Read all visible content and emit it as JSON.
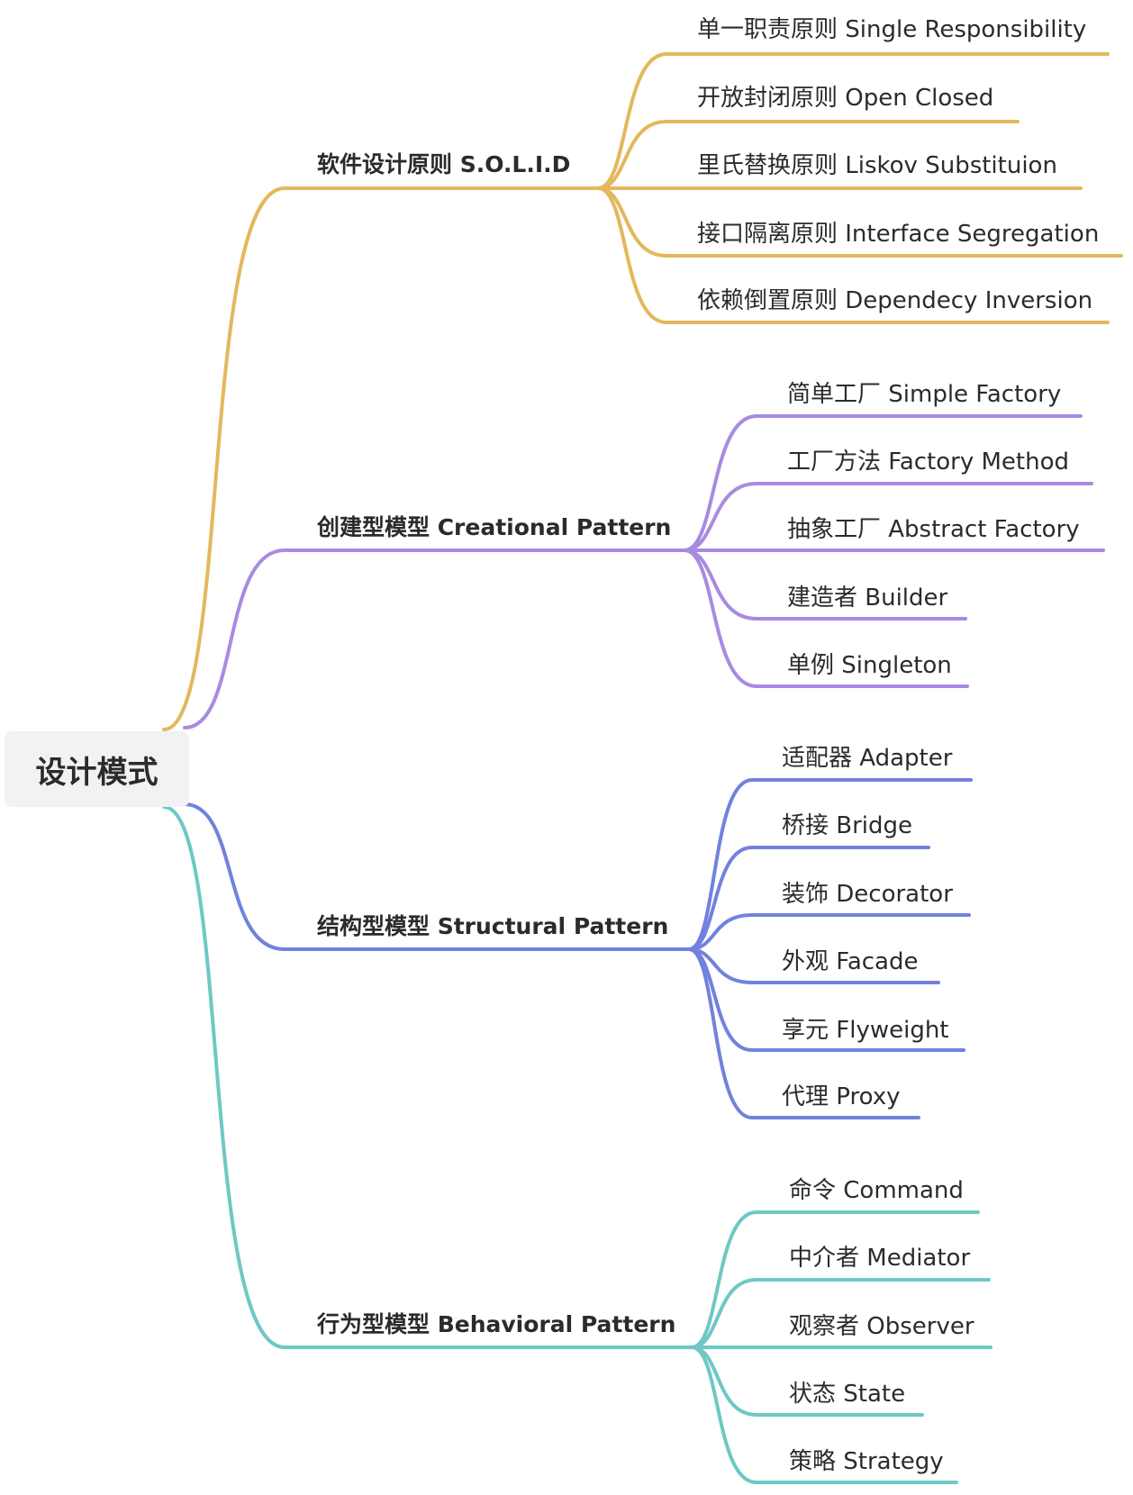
{
  "root": {
    "label": "设计模式"
  },
  "branches": [
    {
      "label": "软件设计原则 S.O.L.I.D",
      "color": "#e3b85c",
      "children": [
        "单一职责原则 Single Responsibility",
        "开放封闭原则 Open Closed",
        "里氏替换原则 Liskov Substituion",
        "接口隔离原则 Interface Segregation",
        "依赖倒置原则 Dependecy Inversion"
      ]
    },
    {
      "label": "创建型模型 Creational Pattern",
      "color": "#a88be0",
      "children": [
        "简单工厂 Simple Factory",
        "工厂方法 Factory Method",
        "抽象工厂 Abstract Factory",
        "建造者 Builder",
        "单例 Singleton"
      ]
    },
    {
      "label": "结构型模型 Structural Pattern",
      "color": "#7281dc",
      "children": [
        "适配器 Adapter",
        "桥接 Bridge",
        "装饰 Decorator",
        "外观 Facade",
        "享元 Flyweight",
        "代理 Proxy"
      ]
    },
    {
      "label": "行为型模型 Behavioral Pattern",
      "color": "#6ec8c4",
      "children": [
        "命令 Command",
        "中介者 Mediator",
        "观察者 Observer",
        "状态 State",
        "策略 Strategy"
      ]
    }
  ]
}
